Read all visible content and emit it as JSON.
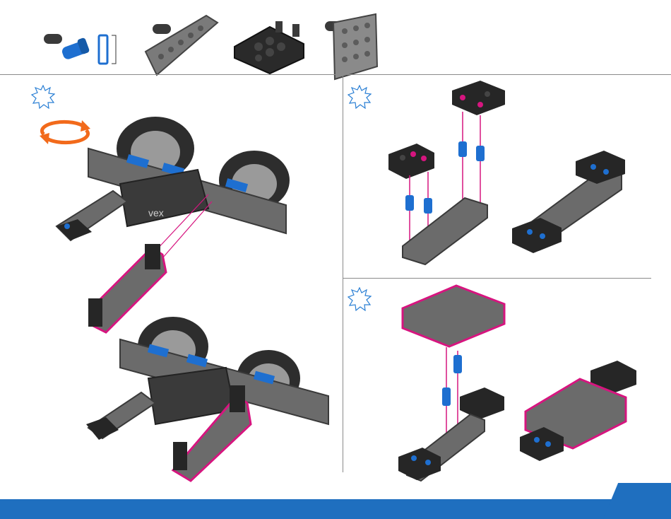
{
  "parts_strip": {
    "items": [
      {
        "name": "connector-pin-and-standoff",
        "qty": ""
      },
      {
        "name": "beam-plate-2x6",
        "qty": ""
      },
      {
        "name": "corner-connector-block",
        "qty": ""
      },
      {
        "name": "square-plate-4x4",
        "qty": ""
      }
    ]
  },
  "steps": [
    {
      "id": "left",
      "marker": ""
    },
    {
      "id": "top-right",
      "marker": ""
    },
    {
      "id": "bottom-right",
      "marker": ""
    }
  ],
  "icons": {
    "step": "starburst-step-icon",
    "rotate": "rotate-arrows-icon"
  },
  "colors": {
    "accent_magenta": "#d6157f",
    "accent_orange": "#f26a1b",
    "part_gray": "#6b6b6b",
    "part_dark": "#262626",
    "part_blue": "#1e6fd0",
    "footer_blue": "#1f6fbf",
    "step_blue": "#2a7fd4"
  },
  "robot_logo_text": "vex",
  "page_number": ""
}
